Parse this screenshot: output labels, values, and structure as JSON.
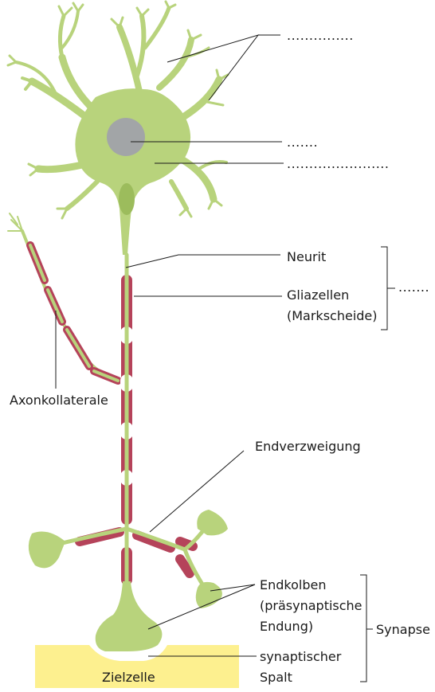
{
  "colors": {
    "neuron": "#b8d37c",
    "neuron_dark": "#9cbc5c",
    "myelin": "#b5435a",
    "nucleus": "#a2a5a7",
    "hillock": "#8aa85a",
    "target": "#fdf08f",
    "leader": "#1a1a1a"
  },
  "labels": {
    "blank_dendrites": "...............",
    "blank_nucleus": ".......",
    "blank_soma": ".......................",
    "neurit": "Neurit",
    "gliazellen_1": "Gliazellen",
    "gliazellen_2": "(Markscheide)",
    "blank_axon": ".......",
    "axonkollaterale": "Axonkollaterale",
    "endverzweigung": "Endverzweigung",
    "endkolben_1": "Endkolben",
    "endkolben_2": "(präsynaptische",
    "endkolben_3": "Endung)",
    "synapse": "Synapse",
    "spalt_1": "synaptischer",
    "spalt_2": "Spalt",
    "zielzelle": "Zielzelle"
  }
}
